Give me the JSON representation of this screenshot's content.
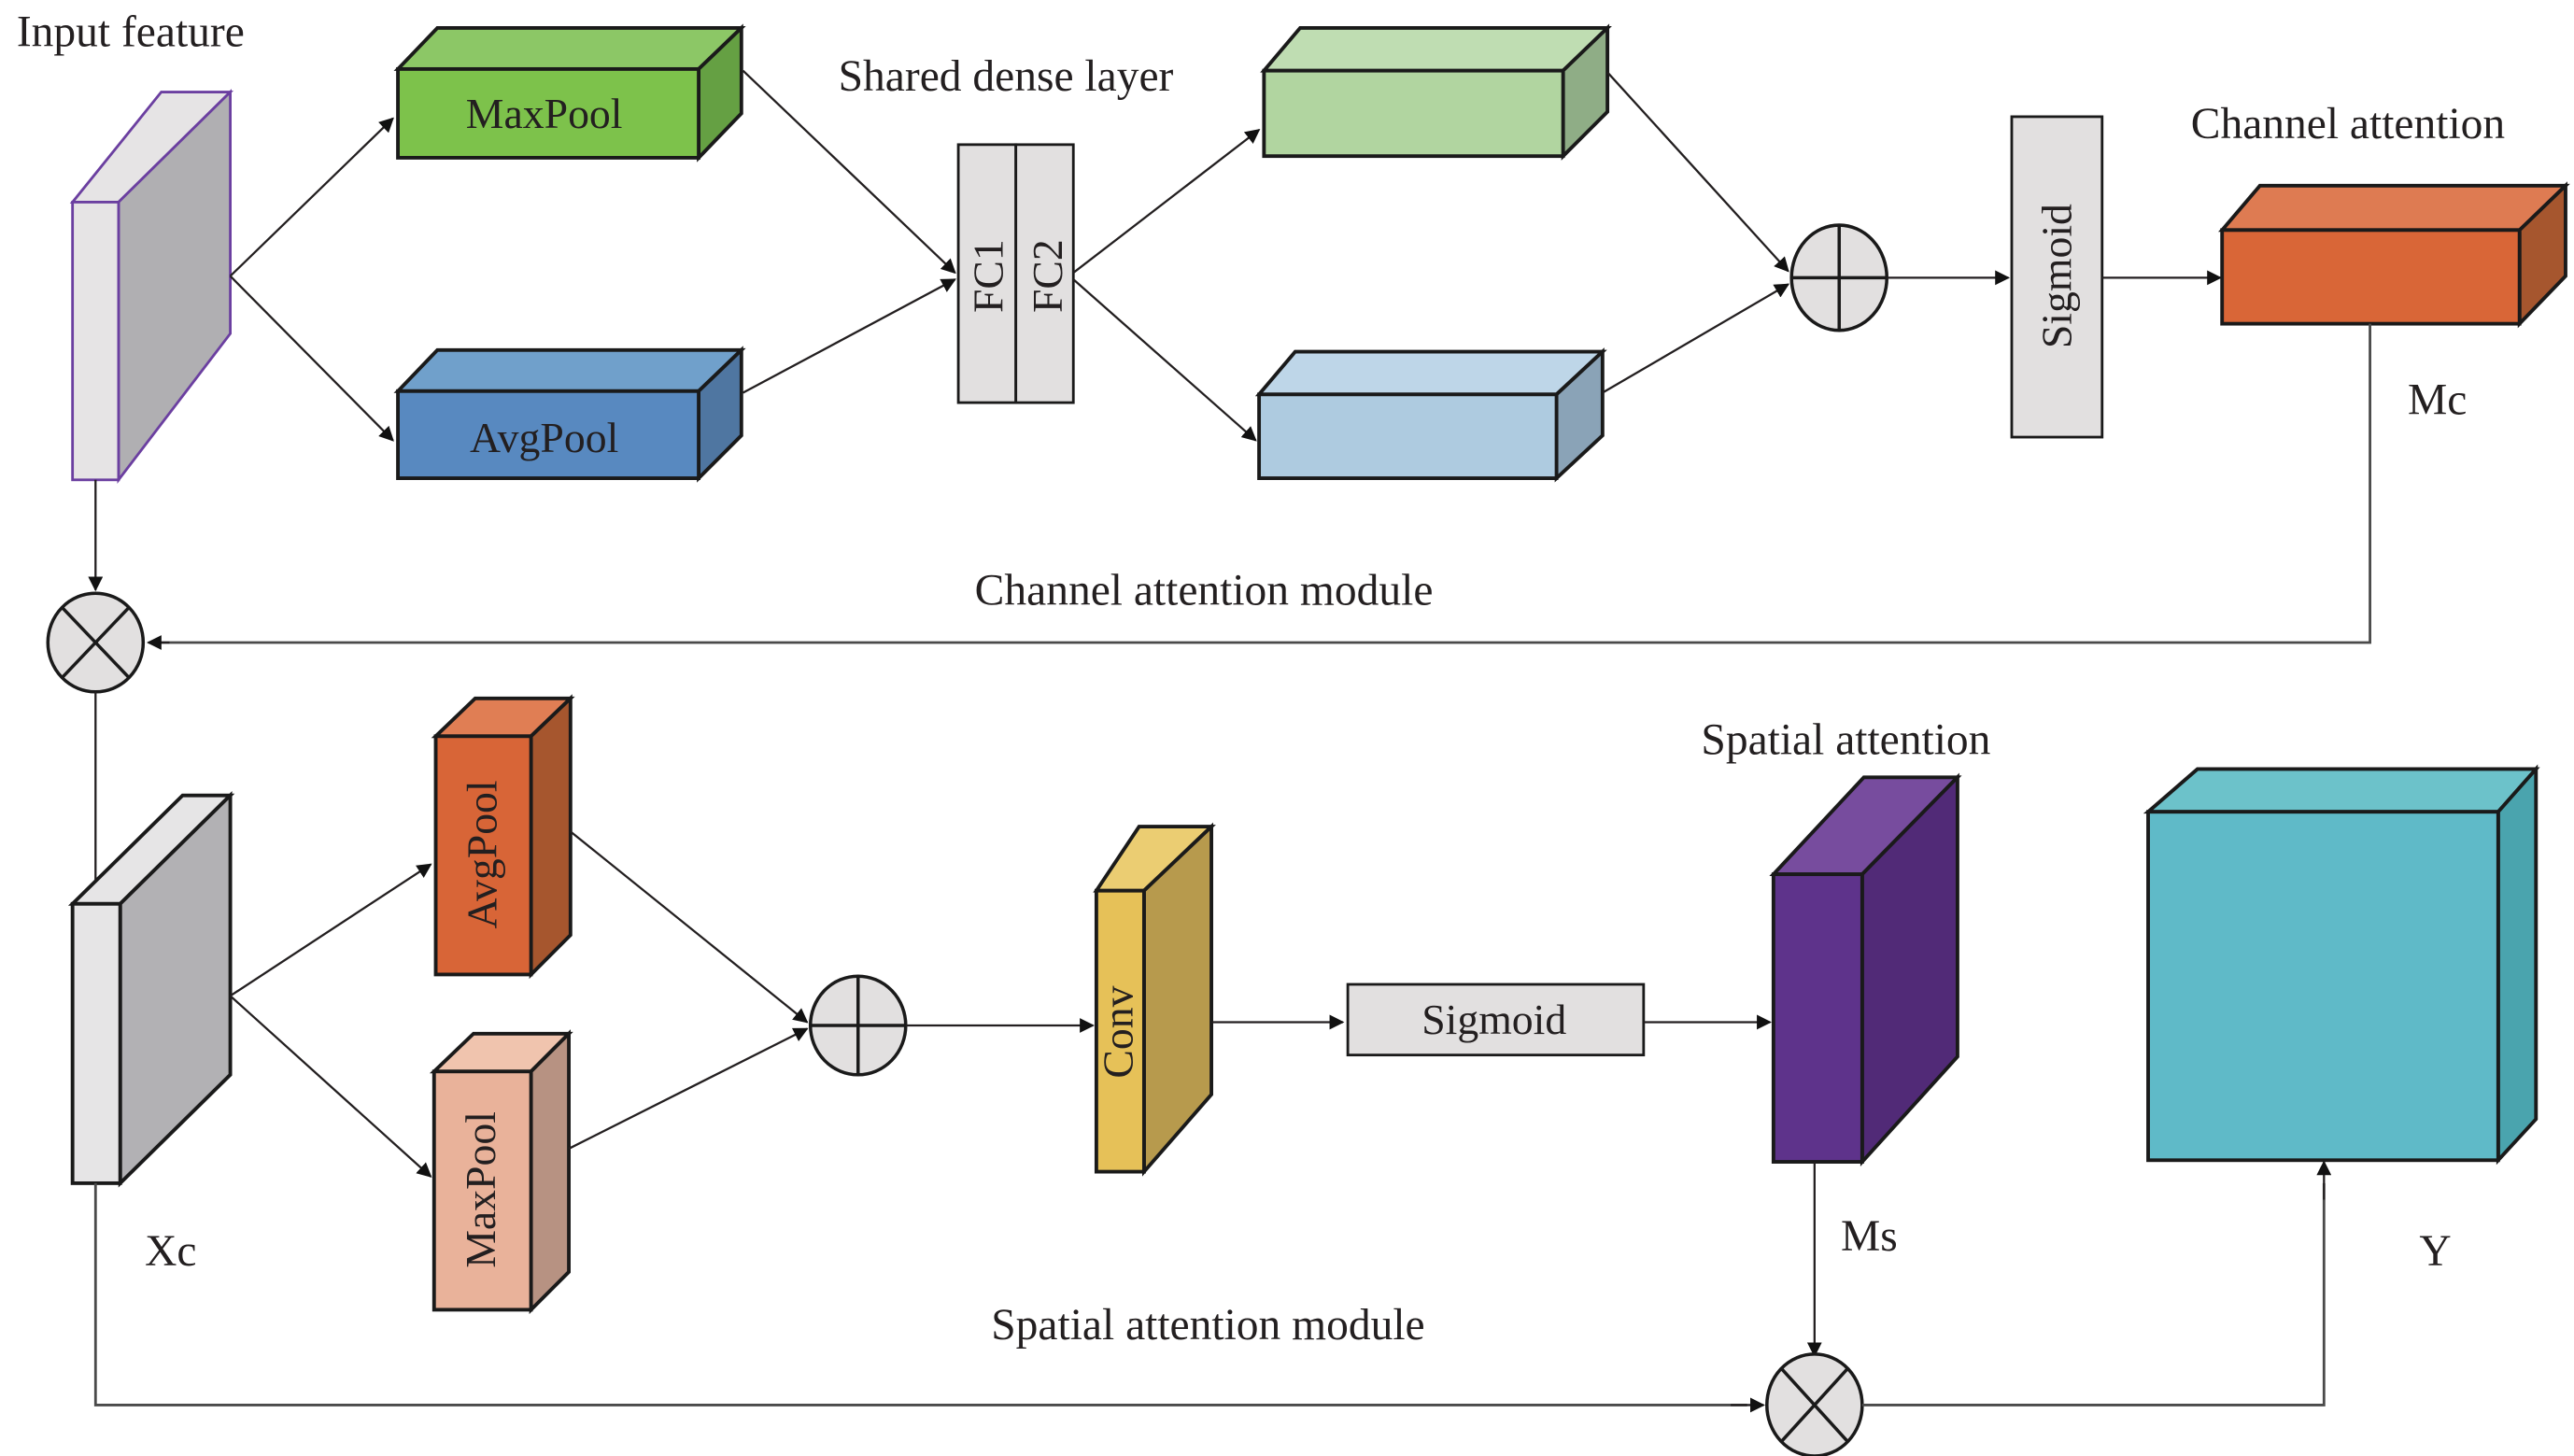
{
  "labels": {
    "input_feature": "Input feature",
    "shared_dense_layer": "Shared dense layer",
    "channel_attention": "Channel attention",
    "channel_attention_module": "Channel attention module",
    "spatial_attention": "Spatial attention",
    "spatial_attention_module": "Spatial attention module",
    "mc": "Mc",
    "ms": "Ms",
    "xc": "Xc",
    "y": "Y"
  },
  "channel_module": {
    "maxpool": "MaxPool",
    "avgpool": "AvgPool",
    "fc1": "FC1",
    "fc2": "FC2",
    "sigmoid": "Sigmoid",
    "plus_op": "add",
    "multiply_op": "multiply"
  },
  "spatial_module": {
    "avgpool": "AvgPool",
    "maxpool": "MaxPool",
    "conv": "Conv",
    "sigmoid": "Sigmoid"
  },
  "colors": {
    "maxpool_green": "#7dc24b",
    "avgpool_blue": "#5889c0",
    "dense_green": "#b1d5a0",
    "dense_blue": "#aecbe0",
    "channel_orange": "#d96637",
    "spatial_avgpool": "#d86537",
    "spatial_maxpool": "#e9b29a",
    "conv_yellow": "#e6c158",
    "spatial_purple": "#5e338b",
    "output_teal": "#5fbac8",
    "feature_gray": "#b0afb2",
    "op_gray": "#e2e0e0"
  }
}
